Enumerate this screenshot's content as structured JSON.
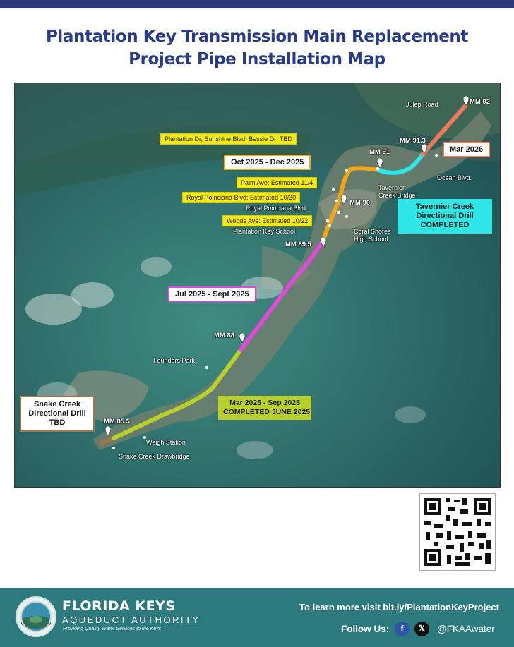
{
  "title": "Plantation Key Transmission Main Replacement Project Pipe Installation Map",
  "markers": {
    "mm92": "MM 92",
    "mm913": "MM 91.3",
    "mm91": "MM 91",
    "mm90": "MM 90",
    "mm895": "MM 89.5",
    "mm88": "MM 88",
    "mm855": "MM 85.5"
  },
  "places": {
    "julep": "Julep Road",
    "ocean": "Ocean Blvd.",
    "tavernier_bridge": "Tavernier Creek Bridge",
    "royal_poinciana": "Royal Poinciana Blvd.",
    "plantation_school": "Plantation Key School",
    "coral_shores": "Coral Shores High School",
    "founders": "Founders Park",
    "weigh": "Weigh Station",
    "snake_bridge": "Snake Creek Drawbridge"
  },
  "street_notes": {
    "plantation_dr": "Plantation Dr, Sunshine Blvd, Bessie Dr: TBD",
    "palm": "Palm Ave: Estimated 11/4",
    "royal": "Royal Poinciana Blvd: Estimated 10/30",
    "woods": "Woods Ave: Estimated 10/22"
  },
  "phases": {
    "oct": "Oct 2025 - Dec 2025",
    "mar26": "Mar 2026",
    "tavernier_l1": "Tavernier Creek",
    "tavernier_l2": "Directional Drill",
    "tavernier_l3": "COMPLETED",
    "jul": "Jul 2025 - Sept 2025",
    "mar25_l1": "Mar 2025 - Sep 2025",
    "mar25_l2": "COMPLETED JUNE 2025",
    "snake_l1": "Snake Creek",
    "snake_l2": "Directional Drill",
    "snake_l3": "TBD"
  },
  "colors": {
    "salmon": "#ee7a5c",
    "cyan": "#2ee6e6",
    "orange": "#f2a516",
    "magenta": "#e04ad8",
    "lime": "#bad02a",
    "brown": "#a0764f"
  },
  "footer": {
    "org1": "FLORIDA KEYS",
    "org2": "AQUEDUCT AUTHORITY",
    "tagline": "Providing Quality Water Services to the Keys",
    "learn_more": "To learn more visit bit.ly/PlantationKeyProject",
    "follow": "Follow Us:",
    "facebook_glyph": "f",
    "x_glyph": "𝕏",
    "handle": "@FKAAwater"
  }
}
